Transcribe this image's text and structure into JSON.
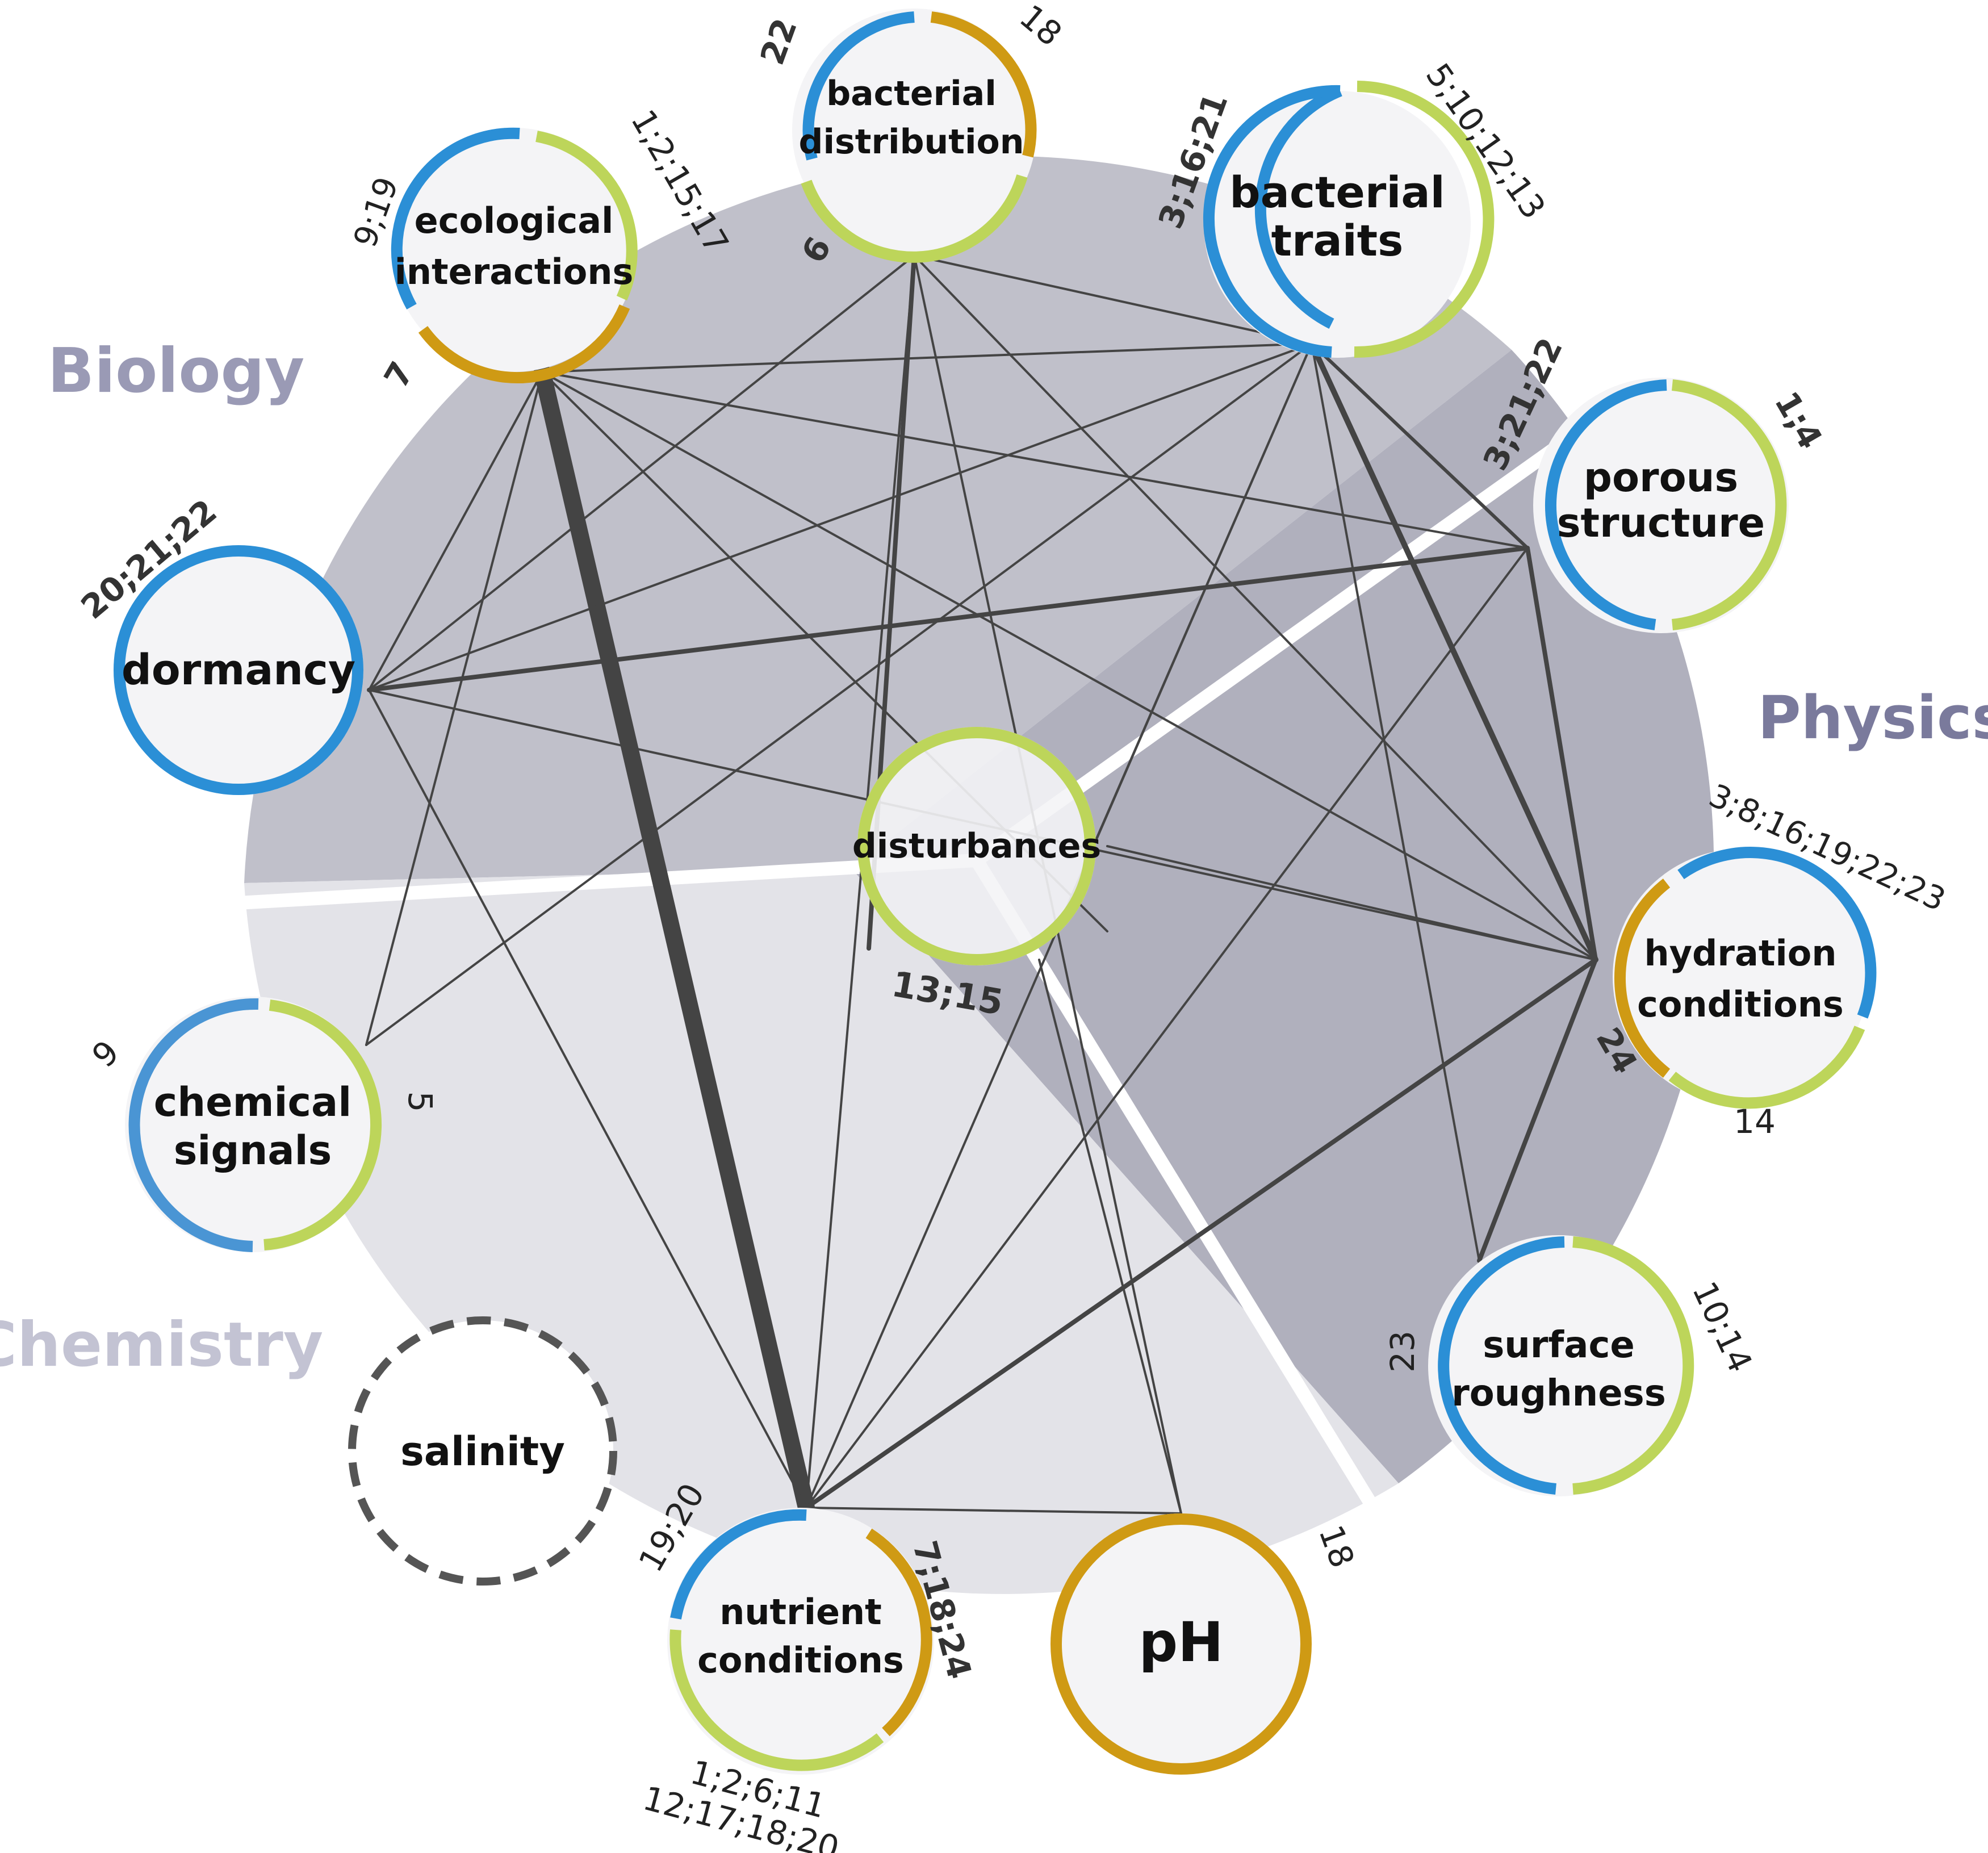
{
  "colors": {
    "biology": "#c0c0ca",
    "physics": "#b0b0bd",
    "chemistry": "#e3e3e8",
    "edge": "#444444",
    "blue": "#2b8fd6",
    "green": "#bdd55a",
    "orange": "#cf9a14",
    "nodeFill": "#f4f4f6",
    "domainBiology": "#9a9ab5",
    "domainPhysics": "#7a7a9c",
    "domainChemistry": "#c3c3d3"
  },
  "domains": {
    "biology": "Biology",
    "physics": "Physics",
    "chemistry": "Chemistry"
  },
  "nodes": {
    "ecological": {
      "line1": "ecological",
      "line2": "interactions"
    },
    "bacterial_distribution": {
      "line1": "bacterial",
      "line2": "distribution"
    },
    "bacterial_traits": {
      "line1": "bacterial",
      "line2": "traits"
    },
    "porous": {
      "line1": "porous",
      "line2": "structure"
    },
    "dormancy": {
      "line1": "dormancy"
    },
    "disturbances": {
      "line1": "disturbances"
    },
    "hydration": {
      "line1": "hydration",
      "line2": "conditions"
    },
    "chemical": {
      "line1": "chemical",
      "line2": "signals"
    },
    "surface": {
      "line1": "surface",
      "line2": "roughness"
    },
    "salinity": {
      "line1": "salinity"
    },
    "nutrient": {
      "line1": "nutrient",
      "line2": "conditions"
    },
    "ph": {
      "line1": "pH"
    }
  },
  "refs": {
    "ecological_blue": "9;19",
    "ecological_green": "1;2;15;17",
    "ecological_orange": "7",
    "distribution_blue": "22",
    "distribution_orange": "18",
    "distribution_green": "6",
    "traits_blue": "3;16;21",
    "traits_green": "5;10;12;13",
    "porous_blue": "3;21;22",
    "porous_green": "1;4",
    "dormancy_blue": "20;21;22",
    "disturbances_green": "13;15",
    "hydration_blue": "3;8;16;19;22;23",
    "hydration_orange": "24",
    "hydration_green": "14",
    "chemical_blue": "9",
    "chemical_green": "5",
    "surface_blue": "23",
    "surface_green": "10;14",
    "nutrient_blue": "19;20",
    "nutrient_orange": "7;18;24",
    "nutrient_green_1": "1;2;6;11",
    "nutrient_green_2": "12;17;18;20",
    "ph_orange": "18"
  }
}
